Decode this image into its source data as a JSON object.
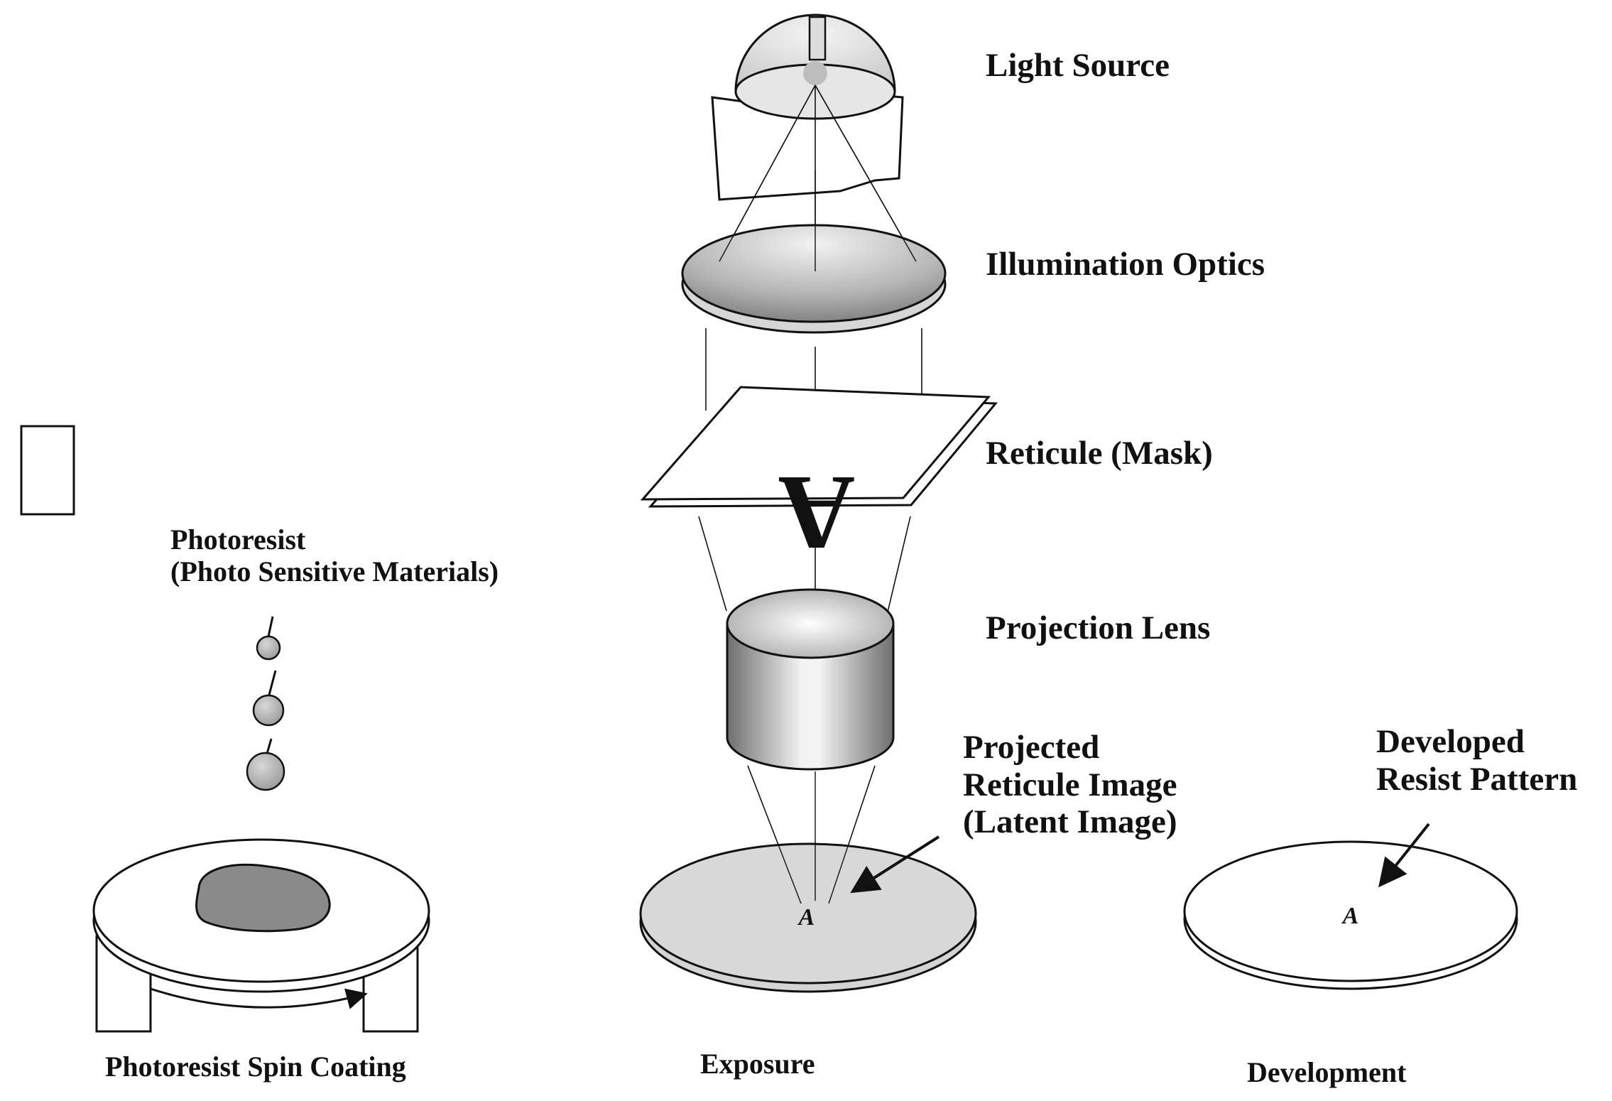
{
  "labels": {
    "light_source": "Light Source",
    "illumination_optics": "Illumination Optics",
    "reticule": "Reticule (Mask)",
    "projection_lens": "Projection Lens",
    "projected_line1": "Projected",
    "projected_line2": "Reticule Image",
    "projected_line3": "(Latent Image)",
    "developed_line1": "Developed",
    "developed_line2": "Resist Pattern",
    "photoresist_line1": "Photoresist",
    "photoresist_line2": "(Photo Sensitive Materials)",
    "spin_coating": "Photoresist Spin Coating",
    "exposure": "Exposure",
    "development": "Development"
  },
  "mask_letter": "A",
  "wafer_letter": "A",
  "developed_letter": "A"
}
